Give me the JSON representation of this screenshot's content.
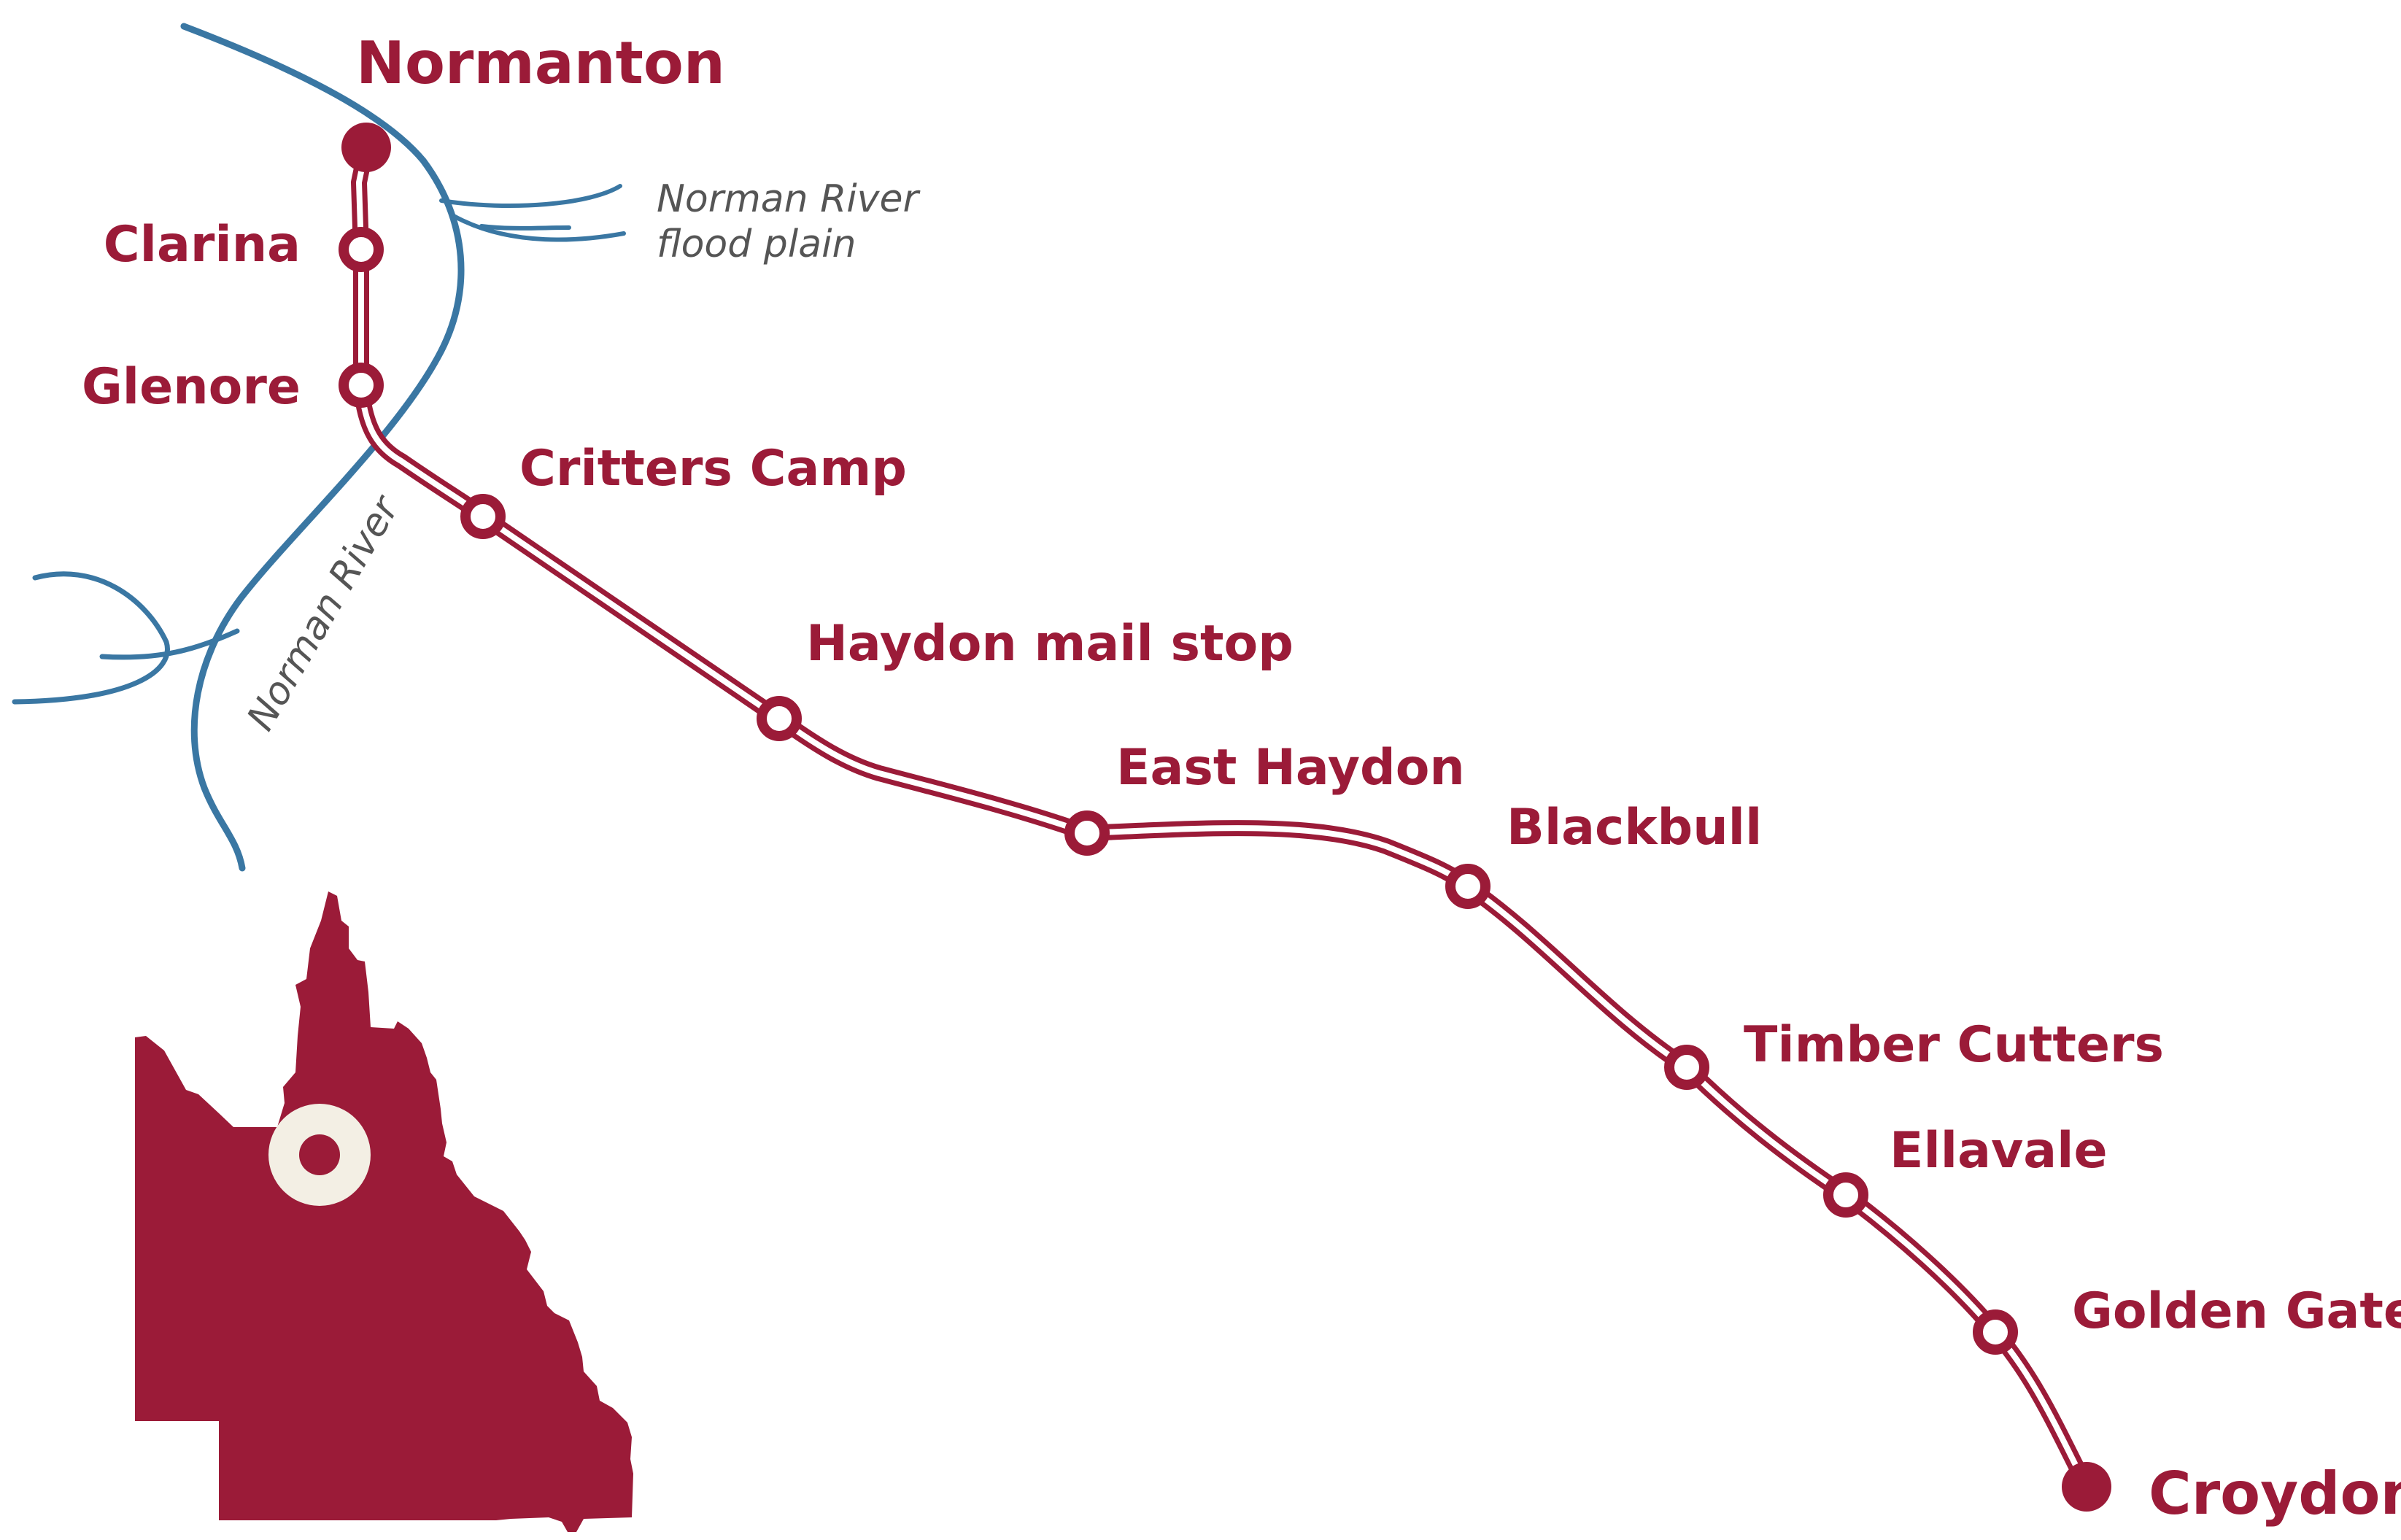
{
  "colors": {
    "rail": "#9b1b38",
    "river": "#3a77a3",
    "river_text": "#555555",
    "state_fill": "#9b1b38",
    "locator_ring": "#f3efe4",
    "station_inner": "#ffffff"
  },
  "stations": [
    {
      "id": "normanton",
      "name": "Normanton",
      "kind": "terminus"
    },
    {
      "id": "clarina",
      "name": "Clarina",
      "kind": "stop"
    },
    {
      "id": "glenore",
      "name": "Glenore",
      "kind": "stop"
    },
    {
      "id": "critters-camp",
      "name": "Critters Camp",
      "kind": "stop"
    },
    {
      "id": "haydon-mail-stop",
      "name": "Haydon mail stop",
      "kind": "stop"
    },
    {
      "id": "east-haydon",
      "name": "East Haydon",
      "kind": "stop"
    },
    {
      "id": "blackbull",
      "name": "Blackbull",
      "kind": "stop"
    },
    {
      "id": "timber-cutters",
      "name": "Timber Cutters",
      "kind": "stop"
    },
    {
      "id": "ellavale",
      "name": "Ellavale",
      "kind": "stop"
    },
    {
      "id": "golden-gate",
      "name": "Golden Gate",
      "kind": "stop"
    },
    {
      "id": "croydon",
      "name": "Croydon",
      "kind": "terminus"
    }
  ],
  "river_labels": {
    "flood_plain_line1": "Norman River",
    "flood_plain_line2": "flood plain",
    "river": "Norman River"
  },
  "inset": {
    "region_icon": "queensland-outline-icon",
    "marker_icon": "locator-target-icon"
  }
}
